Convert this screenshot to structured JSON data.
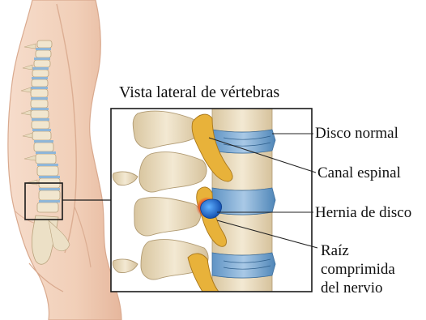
{
  "inset": {
    "title": "Vista lateral de vértebras"
  },
  "labels": {
    "normal_disc": "Disco normal",
    "spinal_canal": "Canal espinal",
    "herniated_disc": "Hernia de disco",
    "compressed_root_line1": "Raíz",
    "compressed_root_line2": "comprimida",
    "compressed_root_line3": "del nervio"
  },
  "colors": {
    "skin": "#f3d2bd",
    "skin_shadow": "#e2b39a",
    "bone": "#efe3c8",
    "bone_shadow": "#d3bf98",
    "disc": "#8fb6d8",
    "disc_dark": "#4f86b8",
    "nerve": "#e8b23a",
    "hernia": "#1e6fd0",
    "inflammation": "#e8462a",
    "leader": "#222222"
  }
}
